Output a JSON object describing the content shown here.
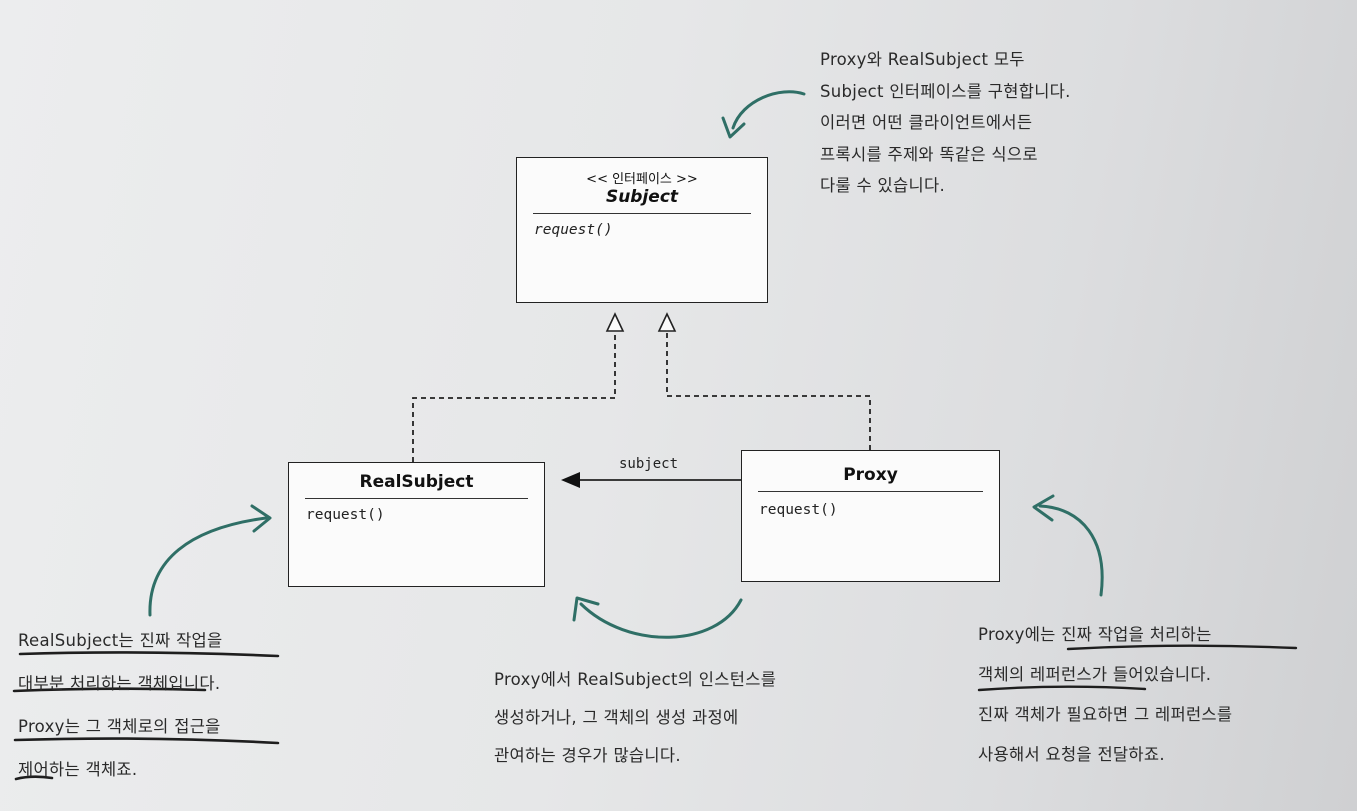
{
  "diagram": {
    "subject": {
      "stereotype": "<< 인터페이스 >>",
      "name": "Subject",
      "operation": "request()"
    },
    "real_subject": {
      "name": "RealSubject",
      "operation": "request()"
    },
    "proxy": {
      "name": "Proxy",
      "operation": "request()"
    },
    "association_label": "subject"
  },
  "notes": {
    "top": [
      "Proxy와 RealSubject 모두",
      "Subject 인터페이스를 구현합니다.",
      "이러면 어떤 클라이언트에서든",
      "프록시를 주제와 똑같은 식으로",
      "다룰 수 있습니다."
    ],
    "left": [
      "RealSubject는 진짜 작업을",
      "대부분 처리하는 객체입니다.",
      "Proxy는 그 객체로의 접근을",
      "제어하는 객체죠."
    ],
    "middle": [
      "Proxy에서 RealSubject의 인스턴스를",
      "생성하거나, 그 객체의 생성 과정에",
      "관여하는 경우가 많습니다."
    ],
    "right": [
      "Proxy에는 진짜 작업을 처리하는",
      "객체의 레퍼런스가 들어있습니다.",
      "진짜 객체가 필요하면 그 레퍼런스를",
      "사용해서 요청을 전달하죠."
    ]
  },
  "colors": {
    "annotation_arrow": "#2f6f66",
    "ink": "#222222",
    "underline": "#1e1e1e"
  }
}
